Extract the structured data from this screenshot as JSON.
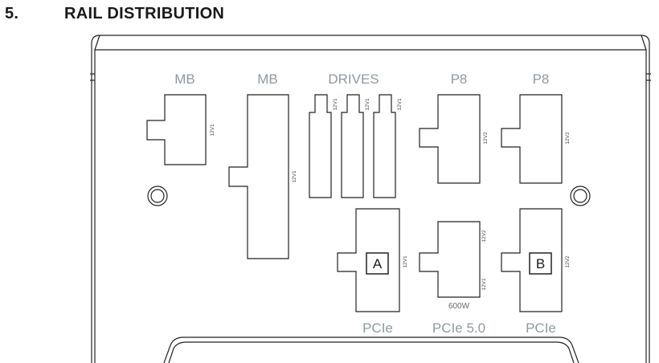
{
  "heading": {
    "number": "5.",
    "title": "RAIL DISTRIBUTION"
  },
  "labels": {
    "mb_left": "MB",
    "mb_right": "MB",
    "drives": "DRIVES",
    "p8_left": "P8",
    "p8_right": "P8",
    "pcie_a": "PCIe",
    "pcie5": "PCIe 5.0",
    "pcie_b": "PCIe"
  },
  "rails": {
    "mb_left": "12V1",
    "mb_right": "12V1",
    "drive_1": "12V1",
    "drive_2": "12V1",
    "drive_3": "12V1",
    "p8_left": "12V2",
    "p8_right": "12V2",
    "pcie_a": "12V1",
    "pcie5_top": "12V2",
    "pcie5_bottom": "12V1",
    "pcie_b": "12V2"
  },
  "pcie5_watt": "600W",
  "markers": {
    "a": "A",
    "b": "B"
  },
  "colors": {
    "label_gray": "#8f9aa0",
    "line": "#222222",
    "heading": "#1a1a1a"
  }
}
